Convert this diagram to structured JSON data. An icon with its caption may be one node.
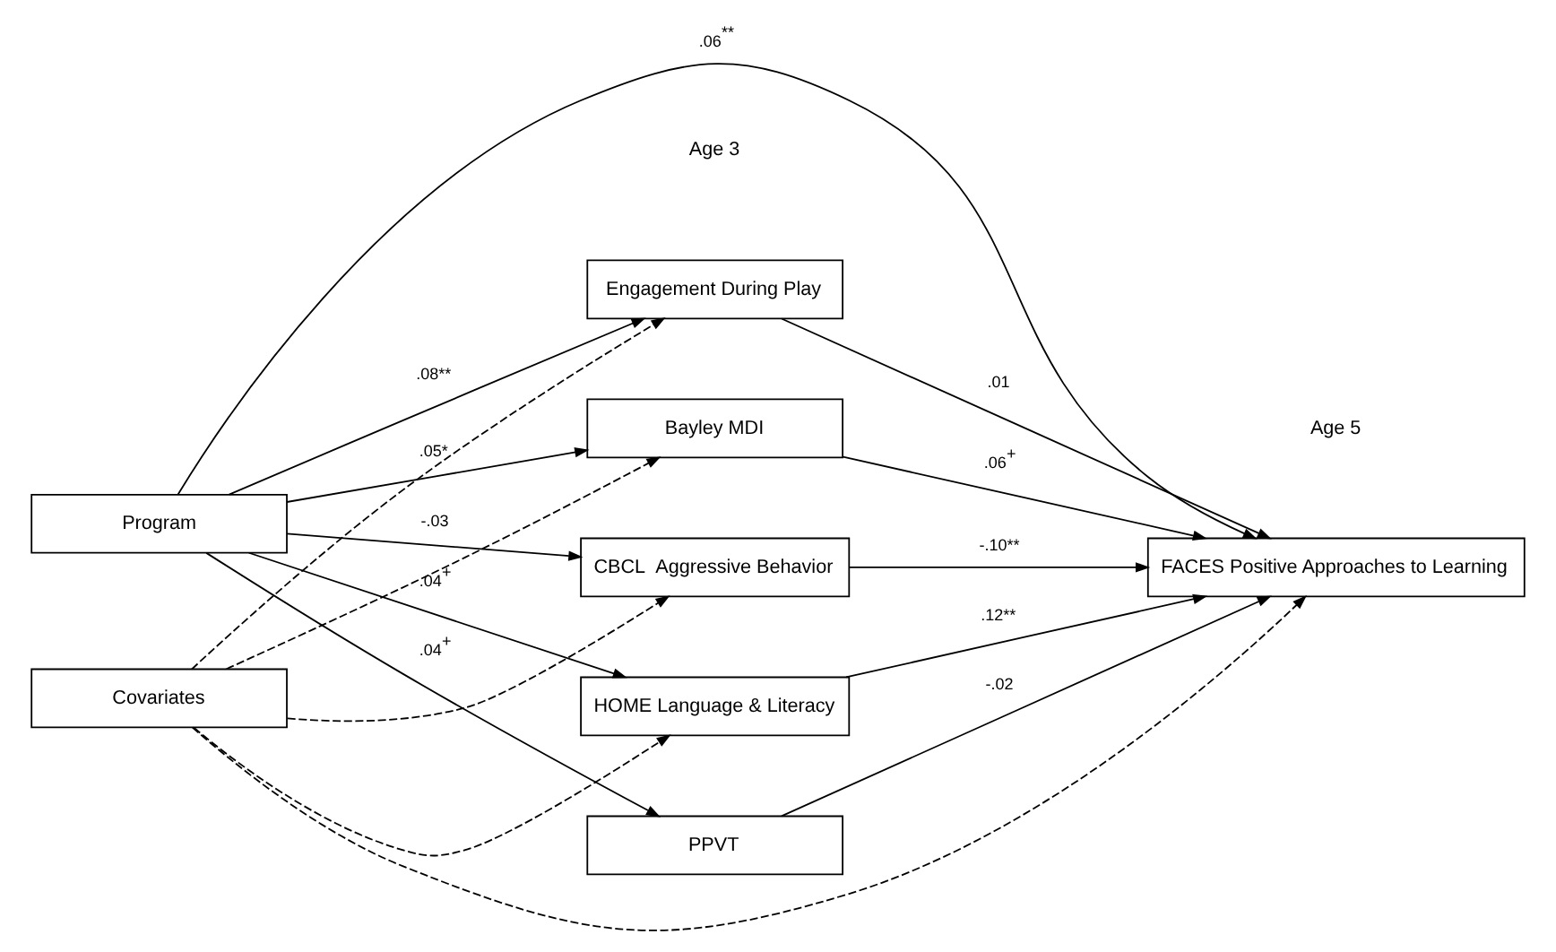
{
  "diagram": {
    "nodes": [
      {
        "text": [
          "Program"
        ]
      },
      {
        "text": [
          "Covariates"
        ]
      },
      {
        "text": [
          "Engagement During Play"
        ]
      },
      {
        "text": [
          "Bayley MDI"
        ]
      },
      {
        "text": [
          "CBCL  Aggressive Behavior"
        ]
      },
      {
        "text": [
          "HOME Language & Literacy"
        ]
      },
      {
        "text": [
          "PPVT"
        ]
      },
      {
        "text": [
          "FACES Positive Approaches to Learning"
        ]
      }
    ],
    "edges": [
      {
        "from": 0,
        "to": 2,
        "arrow": "to",
        "label": ".08**"
      },
      {
        "from": 0,
        "to": 3,
        "arrow": "to",
        "label": ".05*"
      },
      {
        "from": 0,
        "to": 7,
        "arrow": "to",
        "label": ".06$^{**}$"
      },
      {
        "from": 0,
        "to": 4,
        "arrow": "to",
        "label": "-.03"
      },
      {
        "from": 0,
        "to": 5,
        "arrow": "to",
        "label": ".04$^{+}$"
      },
      {
        "from": 0,
        "to": 6,
        "arrow": "to",
        "label": ".04$^{+}$"
      },
      {
        "from": 1,
        "to": 2,
        "arrow": "to",
        "style": "dashed"
      },
      {
        "from": 1,
        "to": 3,
        "arrow": "to",
        "style": "dashed"
      },
      {
        "from": 1,
        "to": 4,
        "arrow": "to",
        "style": "dashed"
      },
      {
        "from": 1,
        "to": 5,
        "arrow": "to",
        "style": "dashed"
      },
      {
        "from": 1,
        "to": 7,
        "arrow": "to",
        "style": "dashed"
      },
      {
        "from": 2,
        "to": 7,
        "arrow": "to",
        "label": ".01"
      },
      {
        "from": 3,
        "to": 7,
        "arrow": "to",
        "label": ".06$^{+}$"
      },
      {
        "from": 4,
        "to": 7,
        "arrow": "to",
        "label": "-.10**"
      },
      {
        "from": 5,
        "to": 7,
        "arrow": "to",
        "label": ".12**"
      },
      {
        "from": 6,
        "to": 7,
        "arrow": "to",
        "label": "-.02"
      }
    ],
    "labels": [
      "Age 3",
      "Age 5"
    ]
  }
}
